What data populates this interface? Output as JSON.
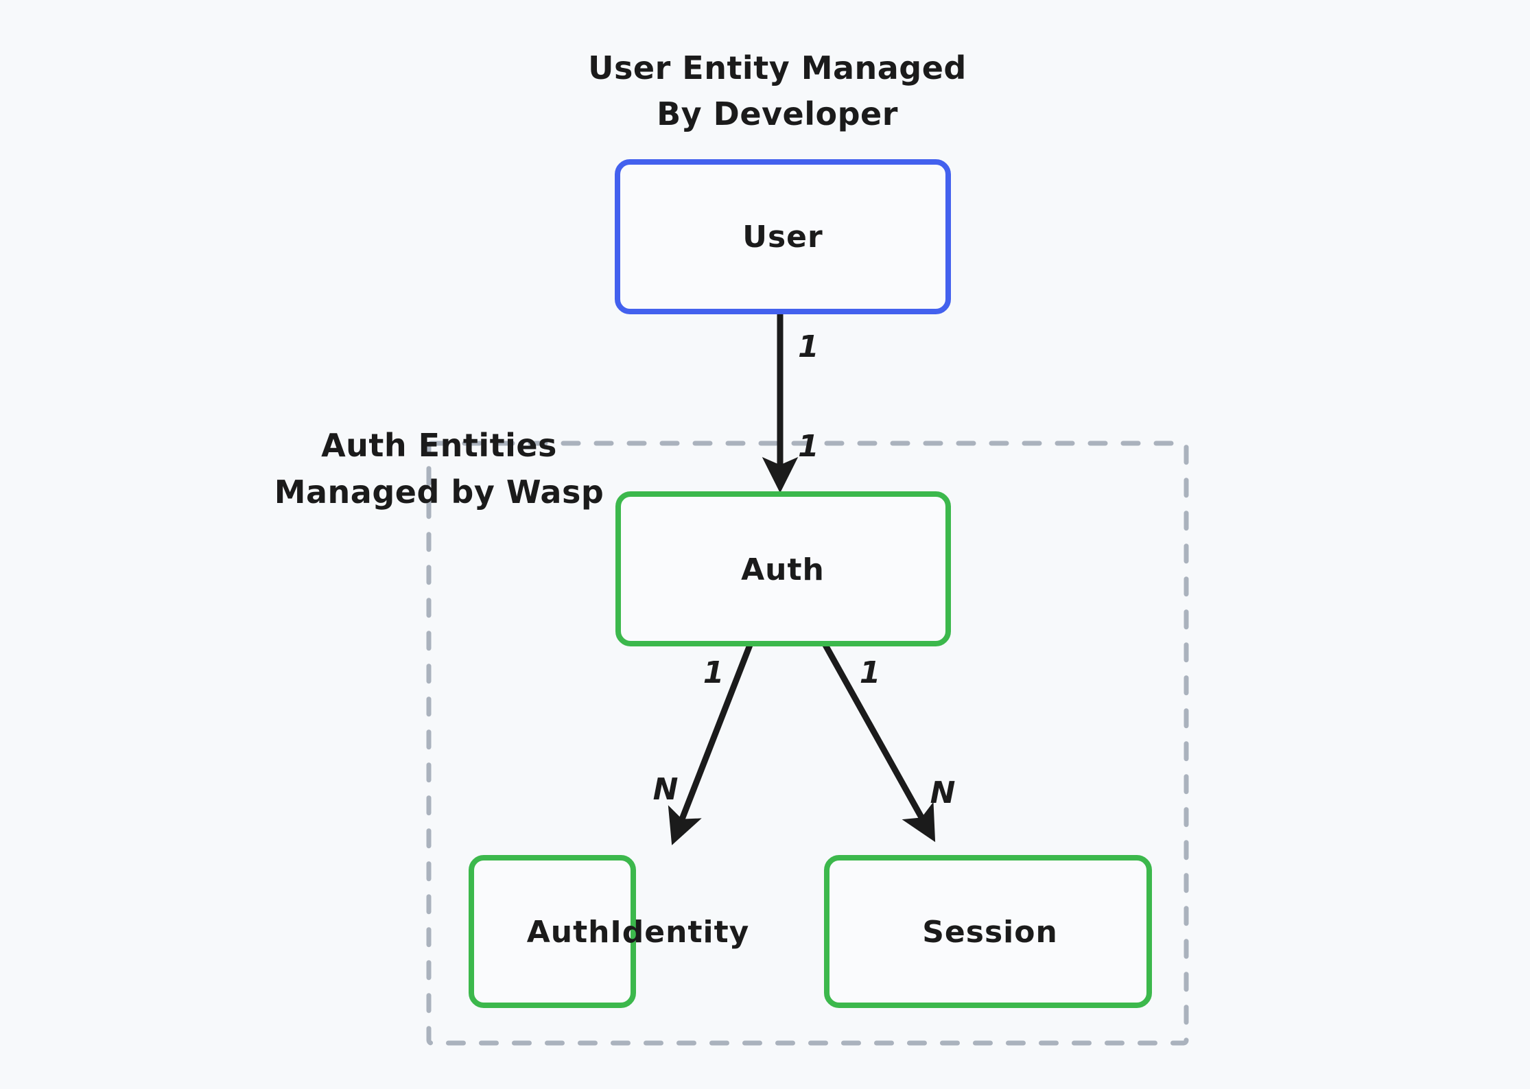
{
  "diagram": {
    "background_color": "#f7f9fb",
    "titles": {
      "developer_group": {
        "line1": "User Entity Managed",
        "line2": "By Developer",
        "color": "#4361ee"
      },
      "wasp_group": {
        "line1": "Auth Entities",
        "line2": "Managed by Wasp",
        "color": "#3cb84c"
      }
    },
    "nodes": [
      {
        "id": "user",
        "label": "User",
        "border_color": "#4361ee",
        "fill": "#fafbfd"
      },
      {
        "id": "auth",
        "label": "Auth",
        "border_color": "#3cb84c",
        "fill": "#fafbfd"
      },
      {
        "id": "authIdentity",
        "label": "AuthIdentity",
        "border_color": "#3cb84c",
        "fill": "#fafbfd"
      },
      {
        "id": "session",
        "label": "Session",
        "border_color": "#3cb84c",
        "fill": "#fafbfd"
      }
    ],
    "edges": [
      {
        "id": "user-auth",
        "from": "user",
        "to": "auth",
        "source_label": "1",
        "target_label": "1"
      },
      {
        "id": "auth-authIdentity",
        "from": "auth",
        "to": "authIdentity",
        "source_label": "1",
        "target_label": "N"
      },
      {
        "id": "auth-session",
        "from": "auth",
        "to": "session",
        "source_label": "1",
        "target_label": "N"
      }
    ],
    "group_box": {
      "id": "wasp-managed-group",
      "style": "dashed",
      "color": "#aab2bd"
    }
  }
}
